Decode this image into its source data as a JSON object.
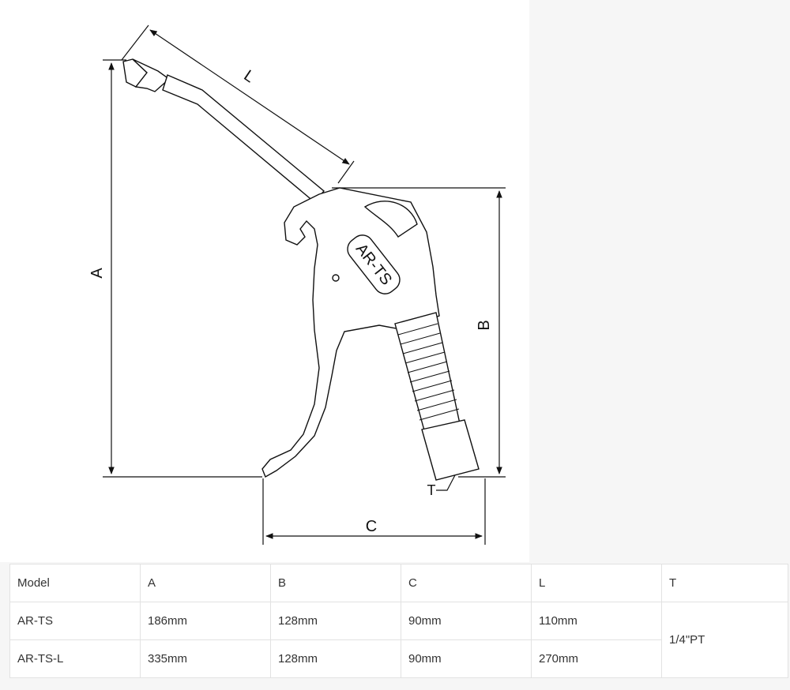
{
  "drawing": {
    "label_A": "A",
    "label_B": "B",
    "label_C": "C",
    "label_L": "L",
    "label_T": "T",
    "body_marking": "AR-TS"
  },
  "table": {
    "headers": [
      "Model",
      "A",
      "B",
      "C",
      "L",
      "T"
    ],
    "rows": [
      {
        "model": "AR-TS",
        "a": "186mm",
        "b": "128mm",
        "c": "90mm",
        "l": "110mm"
      },
      {
        "model": "AR-TS-L",
        "a": "335mm",
        "b": "128mm",
        "c": "90mm",
        "l": "270mm"
      }
    ],
    "t_value": "1/4\"PT"
  }
}
